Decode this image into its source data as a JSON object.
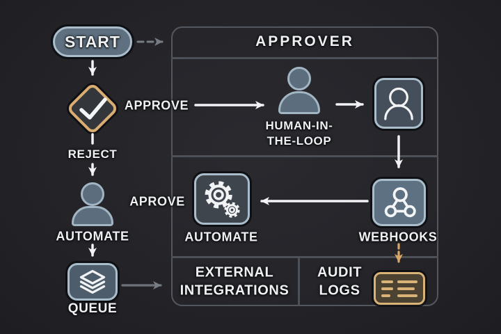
{
  "title": "Approval workflow diagram",
  "colors": {
    "background": "#242428",
    "panel_border": "#54585e",
    "node_fill_blue": "#5d6e7e",
    "node_border_blue": "#a9bdca",
    "accent_tan": "#d9ac72",
    "arrow_white": "#f2f3f4",
    "arrow_gray": "#787d84",
    "text": "#eef0f1"
  },
  "flow": {
    "start": {
      "label": "START"
    },
    "decision": {
      "icon": "check-icon"
    },
    "approve_edge": {
      "label": "APPROVE"
    },
    "reject_edge": {
      "label": "REJECT"
    },
    "automate_person": {
      "label": "AUTOMATE",
      "icon": "person-icon"
    },
    "queue": {
      "label": "QUEUE",
      "icon": "layers-icon"
    },
    "aprove_edge": {
      "label": "APROVE"
    }
  },
  "panel": {
    "header": {
      "label": "APPROVER"
    },
    "hitl": {
      "label_line1": "HUMAN-IN-",
      "label_line2": "THE-LOOP",
      "icon": "person-icon"
    },
    "approver_user": {
      "icon": "user-outline-icon"
    },
    "automate": {
      "label": "AUTOMATE",
      "icon": "gear-icon"
    },
    "webhooks": {
      "label": "WEBHOOKS",
      "icon": "webhooks-icon"
    },
    "external_integrations": {
      "label_line1": "EXTERNAL",
      "label_line2": "INTEGRATIONS"
    },
    "audit_logs": {
      "label_line1": "AUDIT",
      "label_line2": "LOGS",
      "icon": "audit-card-icon"
    }
  }
}
